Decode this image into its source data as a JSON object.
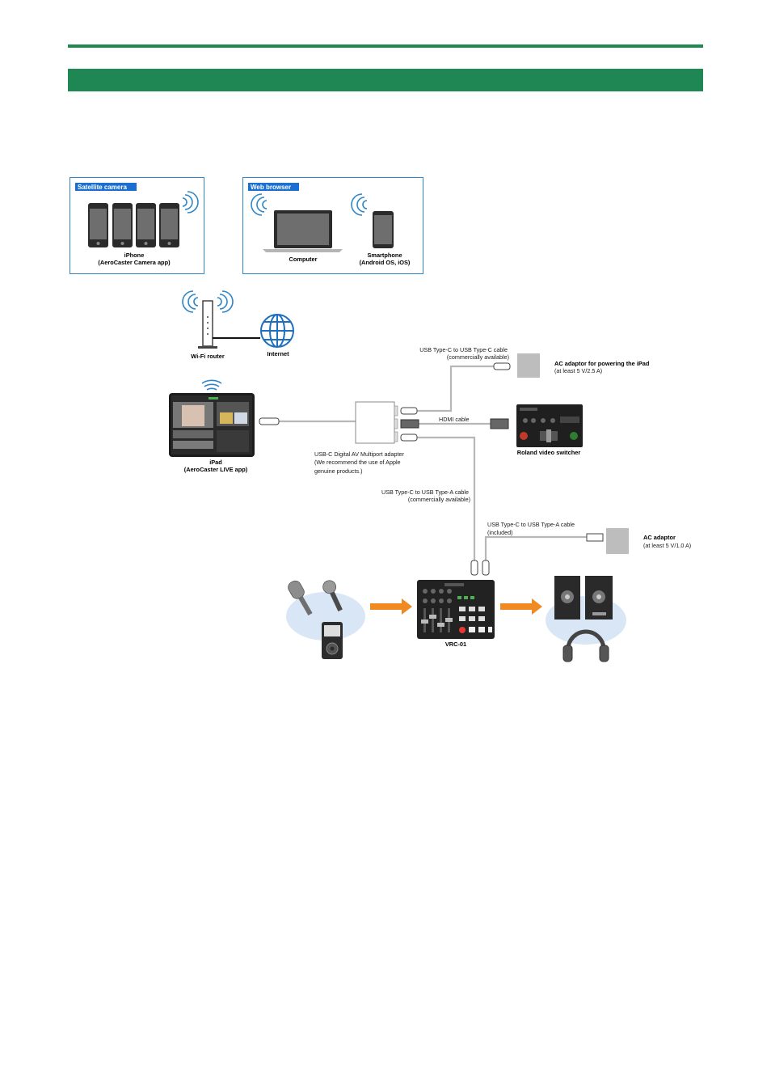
{
  "colors": {
    "rule": "#1f8a4f",
    "section_bar": "#1f8754",
    "panel_border": "#2e86c8",
    "tag_bg": "#1a6fd1",
    "cable": "#b7b7b7",
    "arrow": "#f08a23",
    "blob": "#d8e6f6"
  },
  "satellite": {
    "tag": "Satellite camera",
    "device_name": "iPhone",
    "device_app": "(AeroCaster Camera app)"
  },
  "web_browser": {
    "tag": "Web browser",
    "computer": "Computer",
    "smartphone": "Smartphone",
    "smartphone_os": "(Android OS, iOS)"
  },
  "network": {
    "router": "Wi-Fi router",
    "internet": "Internet"
  },
  "ipad": {
    "name": "iPad",
    "app": "(AeroCaster LIVE app)"
  },
  "adapter": {
    "line1": "USB-C Digital AV Multiport adapter",
    "line2": "(We recommend the use of Apple",
    "line3": "genuine products.)"
  },
  "cables": {
    "usbc_c_line1": "USB Type-C to USB Type-C cable",
    "usbc_c_line2": "(commercially available)",
    "hdmi": "HDMI cable",
    "usbc_a_line1": "USB Type-C to USB Type-A cable",
    "usbc_a_line2": "(commercially available)",
    "usbc_a_incl_line1": "USB Type-C to USB Type-A cable",
    "usbc_a_incl_line2": "(included)"
  },
  "ac_ipad": {
    "line1": "AC adaptor for powering the iPad",
    "line2": "(at least 5 V/2.5 A)"
  },
  "video_switcher": "Roland video switcher",
  "ac_vrc": {
    "line1": "AC adaptor",
    "line2": "(at least 5 V/1.0 A)"
  },
  "vrc": "VRC-01"
}
